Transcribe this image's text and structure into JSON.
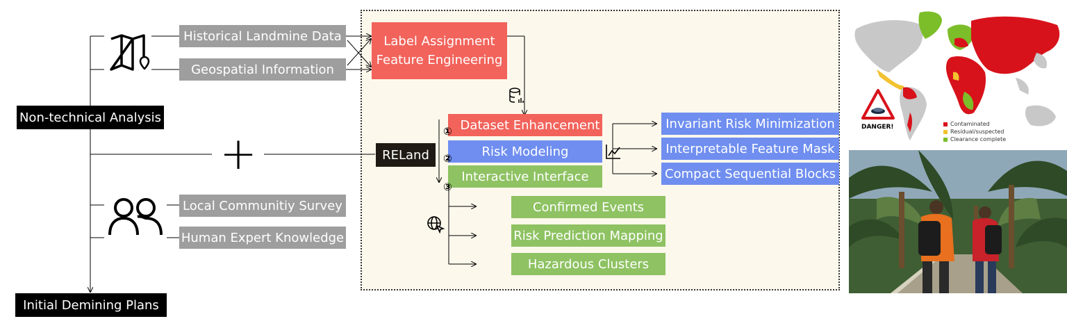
{
  "inputs": {
    "historical": "Historical Landmine Data",
    "geospatial": "Geospatial Information",
    "survey": "Local Communitiy Survey",
    "expert": "Human Expert Knowledge"
  },
  "left": {
    "non_technical": "Non-technical Analysis",
    "initial_plans": "Initial Demining Plans",
    "plus": "+"
  },
  "reland": {
    "label": "RELand",
    "label_assignment_line1": "Label Assignment",
    "label_assignment_line2": "Feature Engineering",
    "dataset_enhancement": "Dataset Enhancement",
    "risk_modeling": "Risk Modeling",
    "interactive_interface": "Interactive Interface",
    "step1": "①",
    "step2": "②",
    "step3": "③"
  },
  "model_parts": {
    "irm": "Invariant Risk Minimization",
    "mask": "Interpretable Feature Mask",
    "blocks": "Compact Sequential Blocks"
  },
  "interface_parts": {
    "confirmed": "Confirmed Events",
    "risk_map": "Risk Prediction Mapping",
    "clusters": "Hazardous Clusters"
  },
  "map_legend": {
    "danger": "DANGER!",
    "contaminated": "Contaminated",
    "residual": "Residual/suspected",
    "clearance": "Clearance complete"
  },
  "colors": {
    "contaminated": "#d8121b",
    "residual": "#f2c230",
    "clearance": "#7cbe2a"
  }
}
